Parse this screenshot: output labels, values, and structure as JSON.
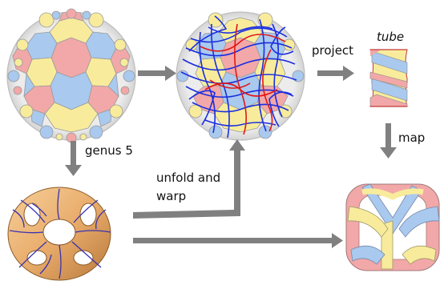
{
  "labels": {
    "genus": "genus 5",
    "project": "project",
    "tube": "tube",
    "map": "map",
    "unfold_line1": "unfold and",
    "unfold_line2": "warp"
  },
  "colors": {
    "arrow": "#808080",
    "tile_blue": "#a9c9ee",
    "tile_pink": "#f2a8a8",
    "tile_yellow": "#f8ec9c",
    "disk_bg": "#e8e8e8",
    "curve_blue": "#1a2ee0",
    "curve_red": "#e01818",
    "torus_orange": "#e9ad6c"
  }
}
